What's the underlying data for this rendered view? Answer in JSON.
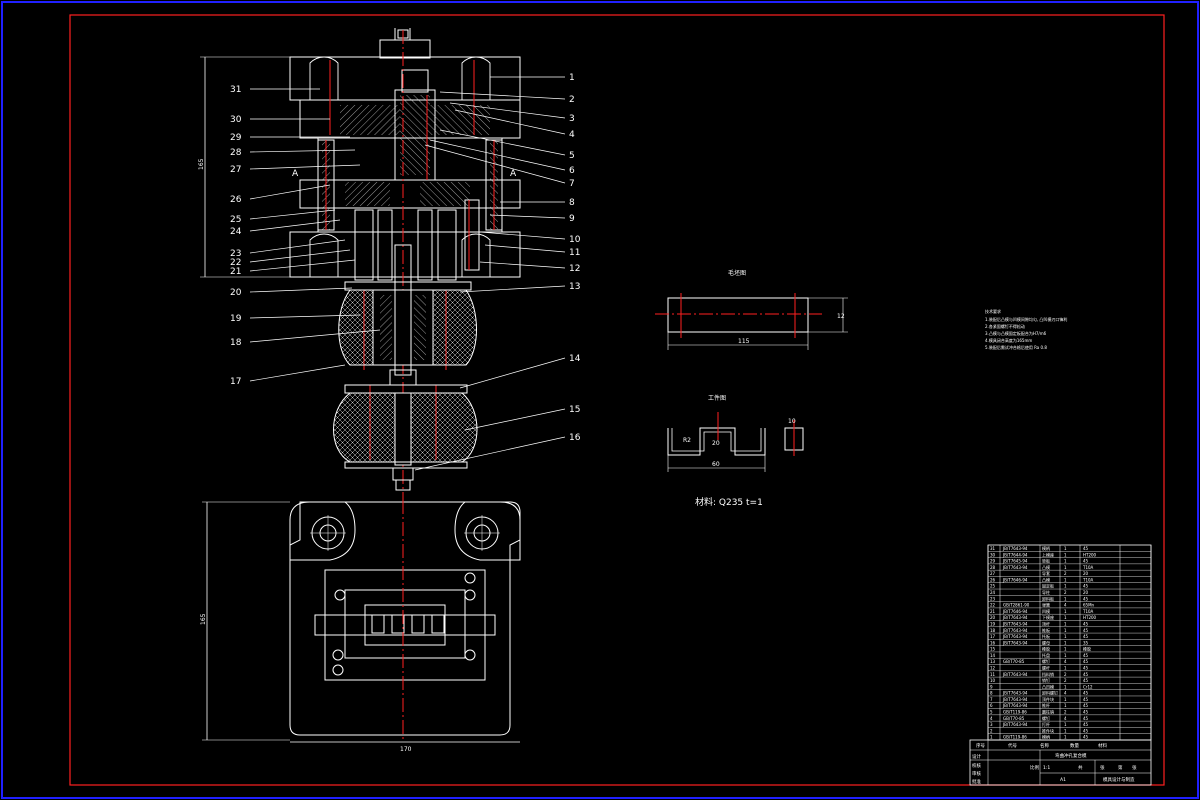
{
  "drawing": {
    "part_numbers_left": [
      "31",
      "30",
      "29",
      "28",
      "27",
      "26",
      "25",
      "24",
      "23",
      "22",
      "21",
      "20",
      "19",
      "18",
      "17"
    ],
    "part_numbers_right": [
      "1",
      "2",
      "3",
      "4",
      "5",
      "6",
      "7",
      "8",
      "9",
      "10",
      "11",
      "12",
      "13",
      "14",
      "15",
      "16"
    ],
    "section_mark": "A",
    "dim_height": "165",
    "dim_plan_height": "165",
    "dim_plan_width": "170"
  },
  "blank": {
    "title": "毛坯图",
    "length": "115",
    "width": "12"
  },
  "workpiece": {
    "title": "工件图",
    "dim_left": "R2",
    "dim_mid": "20",
    "dim_bottom": "60",
    "dim_side": "10",
    "material_text": "材料: Q235 t=1"
  },
  "notes": {
    "title": "技术要求",
    "lines": [
      "1.装配后凸模与凹模间隙均匀, 凸凹模刃口锋利",
      "2.各紧固螺钉不得松动",
      "3.凸模与凸模固定板配合为H7/m6",
      "4.模具闭合高度为165mm",
      "5.装配后需试冲合格后使用 Ra 0.8"
    ]
  },
  "bom": {
    "rows": [
      [
        "31",
        "JB/T7643-94",
        "模柄",
        "1",
        "45"
      ],
      [
        "30",
        "JB/T7644-94",
        "上模座",
        "1",
        "HT200"
      ],
      [
        "29",
        "JB/T7645-94",
        "垫板",
        "1",
        "45"
      ],
      [
        "28",
        "JB/T7643-94",
        "凸模",
        "1",
        "T10A"
      ],
      [
        "27",
        "",
        "导套",
        "2",
        "20"
      ],
      [
        "26",
        "JB/T7646-94",
        "凸模",
        "1",
        "T10A"
      ],
      [
        "25",
        "",
        "固定板",
        "1",
        "45"
      ],
      [
        "24",
        "",
        "导柱",
        "2",
        "20"
      ],
      [
        "23",
        "",
        "卸料板",
        "1",
        "45"
      ],
      [
        "22",
        "GB/T2861-90",
        "弹簧",
        "4",
        "65Mn"
      ],
      [
        "21",
        "JB/T7646-94",
        "凹模",
        "1",
        "T10A"
      ],
      [
        "20",
        "JB/T7643-94",
        "下模座",
        "1",
        "HT200"
      ],
      [
        "19",
        "JB/T7643-94",
        "顶杆",
        "1",
        "45"
      ],
      [
        "18",
        "JB/T7643-94",
        "推板",
        "1",
        "45"
      ],
      [
        "17",
        "JB/T7643-94",
        "托板",
        "1",
        "45"
      ],
      [
        "16",
        "JB/T7643-94",
        "螺母",
        "1",
        "35"
      ],
      [
        "15",
        "",
        "橡胶",
        "1",
        "橡胶"
      ],
      [
        "14",
        "",
        "托盘",
        "1",
        "45"
      ],
      [
        "13",
        "GB/T70-85",
        "螺钉",
        "4",
        "45"
      ],
      [
        "12",
        "",
        "螺杆",
        "1",
        "45"
      ],
      [
        "11",
        "JB/T7643-94",
        "挡料销",
        "2",
        "45"
      ],
      [
        "10",
        "",
        "销钉",
        "2",
        "45"
      ],
      [
        "9",
        "",
        "凸凹模",
        "1",
        "Cr12"
      ],
      [
        "8",
        "JB/T7643-94",
        "卸料螺钉",
        "4",
        "45"
      ],
      [
        "7",
        "JB/T7643-94",
        "顶件块",
        "1",
        "45"
      ],
      [
        "6",
        "JB/T7643-94",
        "推杆",
        "1",
        "45"
      ],
      [
        "5",
        "GB/T119-86",
        "圆柱销",
        "2",
        "45"
      ],
      [
        "4",
        "GB/T70-85",
        "螺钉",
        "4",
        "45"
      ],
      [
        "3",
        "JB/T7643-94",
        "打杆",
        "1",
        "45"
      ],
      [
        "2",
        "",
        "推件块",
        "1",
        "45"
      ],
      [
        "1",
        "GB/T119-86",
        "模柄",
        "1",
        "45"
      ]
    ],
    "header": [
      "序号",
      "代号",
      "名称",
      "数量",
      "材料"
    ],
    "title_row": "弯曲冲孔复合模",
    "footer_left": [
      "设计",
      "校核",
      "审核",
      "批准"
    ],
    "scale": "1:1",
    "sheet": "A1",
    "footer_mid": [
      "比例",
      "共",
      "张",
      "第",
      "张"
    ],
    "company": "模具设计与制造"
  }
}
